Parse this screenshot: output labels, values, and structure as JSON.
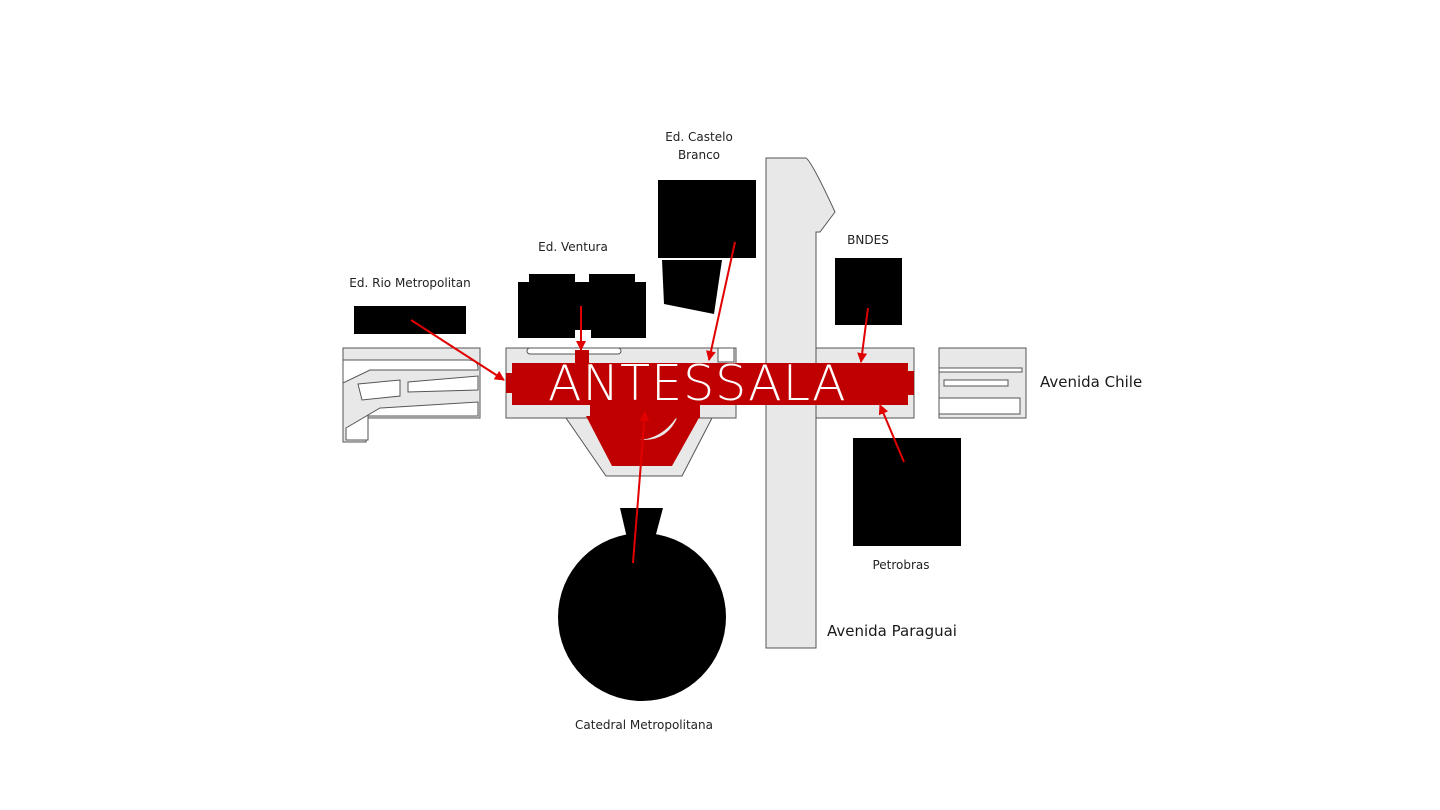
{
  "title": "ANTESSALA",
  "places": {
    "rio_metropolitan": "Ed. Rio Metropolitan",
    "ventura": "Ed. Ventura",
    "castelo_branco_line1": "Ed. Castelo",
    "castelo_branco_line2": "Branco",
    "bndes": "BNDES",
    "petrobras": "Petrobras",
    "catedral": "Catedral Metropolitana"
  },
  "streets": {
    "chile": "Avenida Chile",
    "paraguai": "Avenida Paraguai"
  },
  "colors": {
    "accent": "#c00000",
    "building": "#000000",
    "road_fill": "#e8e8e8",
    "road_edge": "#555555"
  }
}
